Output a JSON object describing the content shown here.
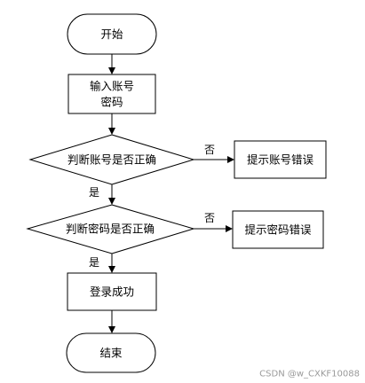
{
  "flowchart": {
    "nodes": {
      "start": {
        "label": "开始"
      },
      "input": {
        "label_lines": [
          "输入账号",
          "密码"
        ]
      },
      "check_account": {
        "label": "判断账号是否正确"
      },
      "account_error": {
        "label": "提示账号错误"
      },
      "check_password": {
        "label": "判断密码是否正确"
      },
      "password_error": {
        "label": "提示密码错误"
      },
      "login_success": {
        "label": "登录成功"
      },
      "end": {
        "label": "结束"
      }
    },
    "edges": {
      "account_no": {
        "label": "否"
      },
      "account_yes": {
        "label": "是"
      },
      "password_no": {
        "label": "否"
      },
      "password_yes": {
        "label": "是"
      }
    }
  },
  "watermark": {
    "text": "CSDN @w_CXKF10088"
  }
}
